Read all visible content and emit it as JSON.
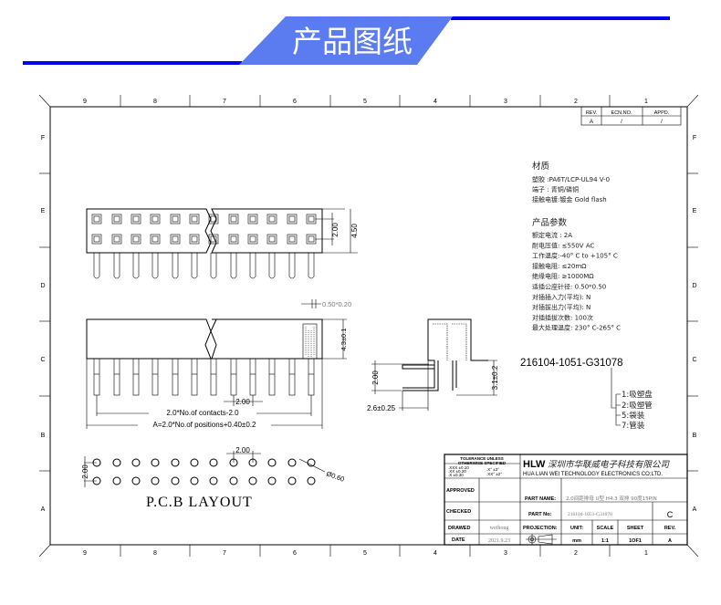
{
  "header": {
    "title": "产品图纸",
    "accent": "#0000ee",
    "banner": "#5b7cf0"
  },
  "frame": {
    "columns": [
      "9",
      "8",
      "7",
      "6",
      "5",
      "4",
      "3",
      "2",
      "1"
    ],
    "rows": [
      "F",
      "E",
      "D",
      "C",
      "B",
      "A"
    ]
  },
  "revision_table": {
    "headers": [
      "REV.",
      "ECN.NO.",
      "APPD."
    ],
    "values": [
      "A",
      "/",
      "/"
    ]
  },
  "material": {
    "title": "材质",
    "lines": [
      "塑胶 :PA6T/LCP-UL94 V-0",
      "端子 : 青铜/磷铜",
      "接触电镀:镀金 Gold flash"
    ]
  },
  "params": {
    "title": "产品参数",
    "lines": [
      "额定电流 : 2A",
      "耐电压值: ≤550V AC",
      "工作温度:-40° C to +105° C",
      "接触电阻: ≤20mΩ",
      "绝缘电阻: ≥1000MΩ",
      "适插公座针径: 0.50*0.50",
      "对插插入力(平均):   N",
      "对插拔出力(平均):   N",
      "对插插拔次数: 100次",
      "最大处理温度: 230° C-265° C"
    ]
  },
  "part_code": {
    "number": "216104-1051-G31078",
    "options": [
      "1:吸塑盘",
      "2:吸塑管",
      "5:袋装",
      "7:管装"
    ]
  },
  "dimensions": {
    "top_pitch": "2.00",
    "top_width": "4.50",
    "pin_size": "0.50*0.20",
    "height": "4.3±0.1",
    "pitch": "2.00",
    "contacts_formula": "2.0*No.of contacts-2.0",
    "length_formula": "A=2.0*No.of positions+0.40±0.2",
    "side_pitch": "2.00",
    "side_offset": "2.6±0.25",
    "side_height": "3.1±0.2",
    "pcb_pitch_h": "2.00",
    "pcb_pitch_v": "2.00",
    "hole_dia": "Ø0.60",
    "pcb_title": "P.C.B LAYOUT"
  },
  "title_block": {
    "tolerance_title": [
      "TOLERANCE UNLESS",
      "OTHERWISE SPECIFIED"
    ],
    "tolerances": [
      ".XXX ±0.10",
      ".XX ±0.20",
      ".X ±0.30"
    ],
    "angles": [
      ".X° ±3°",
      ".XX° ±2°"
    ],
    "logo": "HLW",
    "company_cn": "深圳市华联威电子科技有限公司",
    "company_en": "HUA LIAN WEI TECHNOLOGY ELECTRONICS CO;LTD.",
    "approved_label": "APPROVED",
    "checked_label": "CHECKED",
    "drawed_label": "DRAWED",
    "drawed_value": "weihong",
    "date_label": "DATE",
    "date_value": "2021.9.23",
    "part_name_label": "PART NAME:",
    "part_name_value": "2.0间距排母 U型 H4.3 双排 90度15PIN",
    "part_no_label": "PART No:",
    "part_no_value": "216104-1051-G31078",
    "part_rev": "C",
    "projection_label": "PROJECTION:",
    "unit_label": "UNIT:",
    "unit_value": "mm",
    "scale_label": "SCALE",
    "scale_value": "1:1",
    "sheet_label": "SHEET",
    "sheet_value": "1OF1",
    "rev_label": "REV.",
    "rev_value": "A"
  }
}
